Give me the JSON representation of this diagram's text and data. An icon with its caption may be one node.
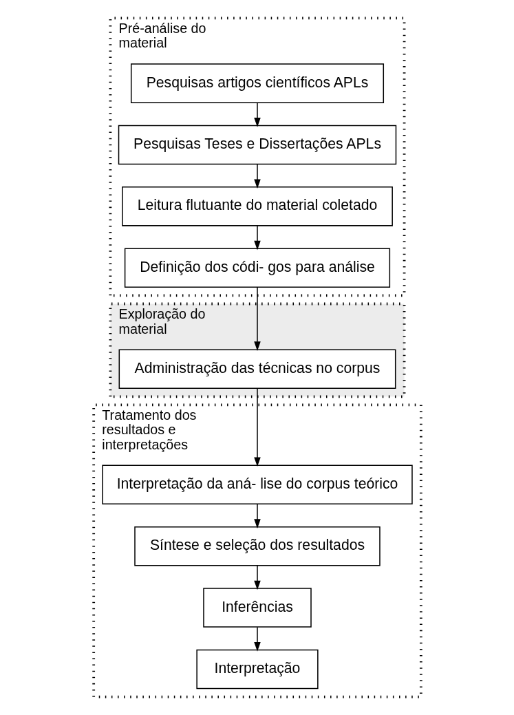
{
  "diagram": {
    "nodes": [
      {
        "text": [
          "Pré-análise do material"
        ]
      },
      {
        "text": [
          "Pesquisas artigos científicos APLs"
        ],
        "in": 0
      },
      {
        "text": [
          "Pesquisas Teses e Dissertações APLs"
        ],
        "in": 0
      },
      {
        "text": [
          "Leitura flutuante do material coletado"
        ],
        "in": 0
      },
      {
        "text": [
          "Definição dos códi- gos para análise"
        ],
        "in": 0
      },
      {
        "text": [
          "Exploração do material"
        ]
      },
      {
        "text": [
          "Administração das técnicas no corpus"
        ],
        "in": 5
      },
      {
        "text": [
          "Tratamento dos resultados e interpretações"
        ]
      },
      {
        "text": [
          "Interpretação da aná- lise do corpus teórico"
        ],
        "in": 7
      },
      {
        "text": [
          "Síntese e seleção dos resultados"
        ],
        "in": 7
      },
      {
        "text": [
          "Inferências"
        ],
        "in": 7
      },
      {
        "text": [
          "Interpretação"
        ],
        "in": 7
      }
    ],
    "edges": [
      {
        "from": 1,
        "to": 2,
        "arrow": "to"
      },
      {
        "from": 2,
        "to": 3,
        "arrow": "to"
      },
      {
        "from": 3,
        "to": 4,
        "arrow": "to"
      },
      {
        "from": 4,
        "to": 6,
        "arrow": "to"
      },
      {
        "from": 6,
        "to": 8,
        "arrow": "to"
      },
      {
        "from": 8,
        "to": 9,
        "arrow": "to"
      },
      {
        "from": 9,
        "to": 10,
        "arrow": "to"
      },
      {
        "from": 10,
        "to": 11,
        "arrow": "to"
      }
    ]
  }
}
